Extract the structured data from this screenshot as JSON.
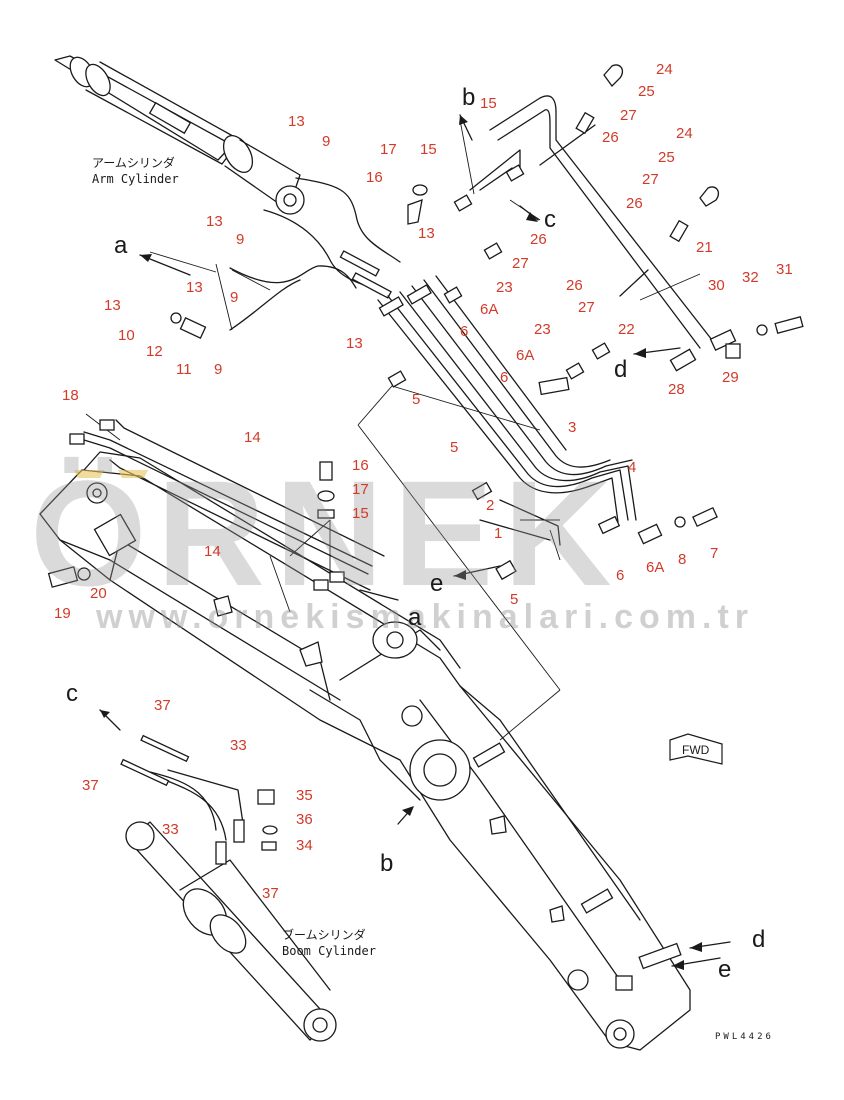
{
  "captions": {
    "arm_cylinder_jp": "アームシリンダ",
    "arm_cylinder_en": "Arm Cylinder",
    "boom_cylinder_jp": "ブームシリンダ",
    "boom_cylinder_en": "Boom Cylinder"
  },
  "drawing_code": "PWL4426",
  "fwd_label": "FWD",
  "watermark": {
    "brand": "ÖRNEK",
    "url": "www.ornekismakinalari.com.tr"
  },
  "colors": {
    "callout": "#d23a2a",
    "line": "#1a1a1a",
    "watermark": "#969696"
  },
  "view_refs": [
    "a",
    "a",
    "b",
    "b",
    "c",
    "c",
    "d",
    "d",
    "e",
    "e"
  ],
  "callouts": [
    "24",
    "25",
    "27",
    "26",
    "24",
    "25",
    "27",
    "26",
    "21",
    "30",
    "32",
    "31",
    "22",
    "29",
    "28",
    "26",
    "27",
    "23",
    "6A",
    "6",
    "15",
    "15",
    "17",
    "16",
    "13",
    "26",
    "27",
    "23",
    "6A",
    "6",
    "13",
    "9",
    "13",
    "9",
    "13",
    "9",
    "13",
    "10",
    "12",
    "11",
    "9",
    "13",
    "5",
    "3",
    "4",
    "5",
    "2",
    "1",
    "8",
    "7",
    "6",
    "6A",
    "5",
    "18",
    "14",
    "16",
    "17",
    "15",
    "14",
    "19",
    "20",
    "37",
    "33",
    "37",
    "35",
    "36",
    "34",
    "33",
    "37"
  ]
}
